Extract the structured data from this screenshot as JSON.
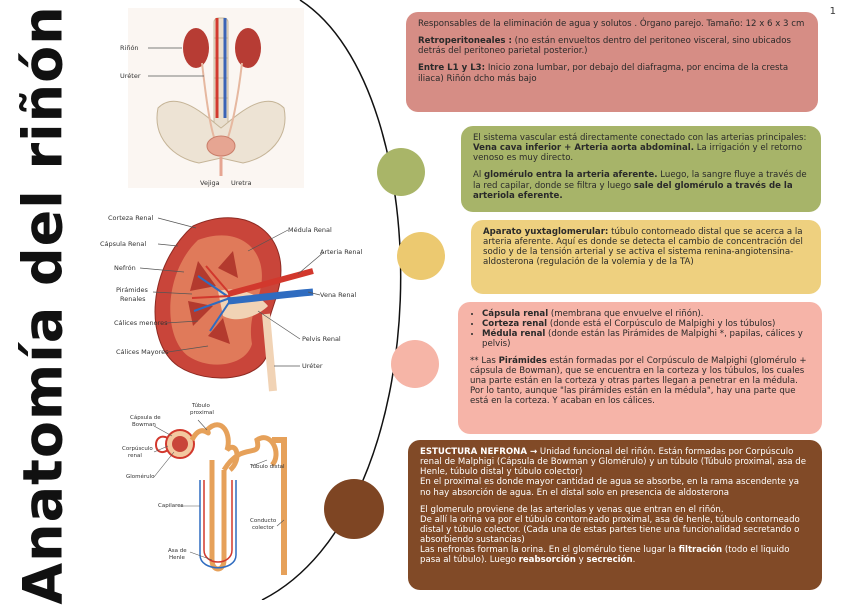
{
  "page_number": "1",
  "title": "Anatomía del riñón",
  "colors": {
    "box1": "#d68d85",
    "box2": "#a7b469",
    "box3": "#eed07f",
    "box4": "#f6b4a8",
    "box5": "#814a27",
    "circle2": "#a9b568",
    "circle3": "#ecc970",
    "circle4": "#f6b5a7",
    "circle5": "#7e4523"
  },
  "figure1": {
    "labels": {
      "kidney": "Riñón",
      "ureter": "Uréter",
      "bladder": "Vejiga",
      "urethra": "Uretra"
    }
  },
  "figure2": {
    "labels": {
      "cortex": "Corteza Renal",
      "capsule": "Cápsula Renal",
      "nephron": "Nefrón",
      "pyramids_1": "Pirámides",
      "pyramids_2": "Renales",
      "minor_calyces": "Cálices menores",
      "major_calyces": "Cálices Mayores",
      "medulla": "Médula Renal",
      "artery": "Arteria Renal",
      "vein": "Vena Renal",
      "pelvis": "Pelvis Renal",
      "ureter": "Uréter"
    }
  },
  "figure3": {
    "labels": {
      "capsule_1": "Cápsula de",
      "capsule_2": "Bowman",
      "proximal_1": "Túbulo",
      "proximal_2": "proximal",
      "corpuscle_1": "Corpúsculo",
      "corpuscle_2": "renal",
      "glomerulus": "Glomérulo",
      "distal": "Túbulo distal",
      "capillaries": "Capilares",
      "collecting_1": "Conducto",
      "collecting_2": "colector",
      "henle_1": "Asa de",
      "henle_2": "Henle"
    }
  },
  "box1": {
    "p1": "Responsables de la eliminación de agua y solutos . Órgano parejo. Tamaño: 12 x 6 x 3 cm",
    "p2_bold": "Retroperitoneales :",
    "p2": " (no están envueltos dentro del peritoneo visceral, sino ubicados detrás del peritoneo parietal posterior.)",
    "p3_bold": "Entre L1 y L3:",
    "p3": " Inicio zona lumbar, por debajo del diafragma, por encima de la cresta iliaca) Riñón dcho más bajo"
  },
  "box2": {
    "p1a": "El sistema vascular está directamente conectado con las arterias principales: ",
    "p1_bold": "Vena cava inferior + Arteria aorta abdominal.",
    "p1b": " La irrigación y el retorno venoso es muy directo.",
    "p2a": "Al ",
    "p2_bold1": "glomérulo entra la arteria aferente.",
    "p2b": " Luego, la sangre fluye a través de la red capilar, donde se filtra y luego ",
    "p2_bold2": "sale del glomérulo a través de la arteriola eferente."
  },
  "box3": {
    "p_bold": "Aparato yuxtaglomerular:",
    "p": " túbulo contorneado distal que se acerca a la arteria aferente. Aquí es donde se detecta el cambio de concentración del sodio y de la tensión arterial y se activa el sistema renina-angiotensina-aldosterona (regulación de la volemia y de la TA)"
  },
  "box4": {
    "items": [
      {
        "bold": "Cápsula renal",
        "text": " (membrana que envuelve el riñón)."
      },
      {
        "bold": "Corteza renal",
        "text": " (donde está el Corpúsculo de Malpighi y los túbulos)"
      },
      {
        "bold": "Médula renal",
        "text": " (donde están las Pirámides de Malpighi *, papilas, cálices y pelvis)"
      }
    ],
    "note_a": "** Las ",
    "note_bold": "Pirámides",
    "note_b": " están formadas por el Corpúsculo de Malpighi (glomérulo + cápsula de Bowman), que se encuentra en la corteza y los túbulos, los cuales una parte están en la corteza y otras partes llegan a penetrar en la médula. Por lo tanto, aunque \"las pirámides están en la médula\", hay una parte que está en la corteza. Y acaban en los cálices."
  },
  "box5": {
    "p1_bold": "ESTUCTURA NEFRONA →",
    "p1": " Unidad funcional del riñón. Están formadas por Corpúsculo renal de Malphigi (Cápsula de Bowman y Glomérulo) y un túbulo (Túbulo proximal, asa de Henle, túbulo distal y túbulo colector)",
    "p2": "En el proximal es donde mayor cantidad de agua se absorbe, en la rama ascendente ya no hay absorción de agua. En el distal solo en presencia de aldosterona",
    "p3": "El glomerulo proviene de las arteriolas y venas que entran en el riñón.",
    "p4": "De allí la orina va por el túbulo contorneado proximal, asa de henle, túbulo contorneado distal y túbulo colector. (Cada una de estas partes tiene una funcionalidad secretando o absorbiendo sustancias)",
    "p5a": "Las nefronas forman la orina. En el glomérulo tiene lugar la ",
    "p5_bold1": "filtración",
    "p5b": " (todo el liquido pasa al túbulo). Luego ",
    "p5_bold2": "reabsorción",
    "p5c": " y ",
    "p5_bold3": "secreción",
    "p5d": "."
  }
}
